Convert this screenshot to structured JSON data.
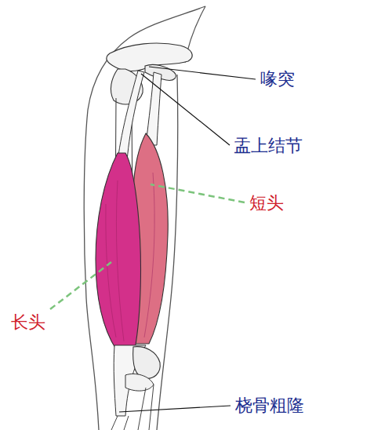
{
  "diagram": {
    "labels": [
      "喙突",
      "盂上结节",
      "短头",
      "长头",
      "桡骨粗隆"
    ]
  }
}
